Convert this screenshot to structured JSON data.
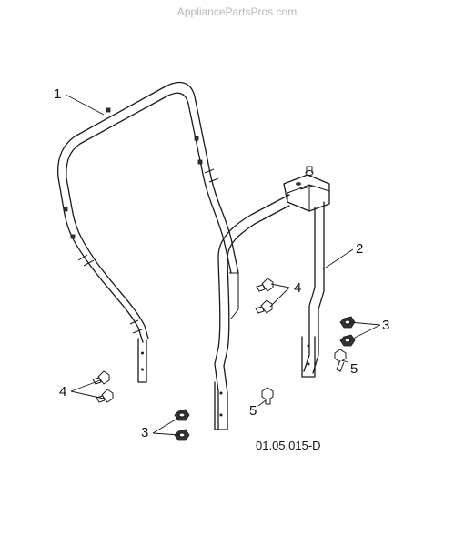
{
  "watermark": "AppliancePartsPros.com",
  "diagram_code": "01.05.015-D",
  "callouts": {
    "c1": "1",
    "c2": "2",
    "c3a": "3",
    "c3b": "3",
    "c4a": "4",
    "c4b": "4",
    "c5a": "5",
    "c5b": "5"
  },
  "parts": [
    {
      "ref": "1",
      "icon": "rear-roll-bar-frame-icon"
    },
    {
      "ref": "2",
      "icon": "front-roll-bar-frame-icon"
    },
    {
      "ref": "3",
      "icon": "nut-icon"
    },
    {
      "ref": "4",
      "icon": "push-rivet-icon"
    },
    {
      "ref": "5",
      "icon": "bolt-icon"
    }
  ]
}
